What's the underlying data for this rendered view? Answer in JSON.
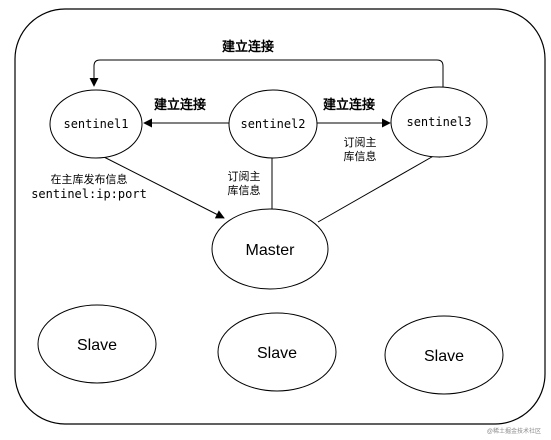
{
  "diagram": {
    "nodes": {
      "sentinel1": "sentinel1",
      "sentinel2": "sentinel2",
      "sentinel3": "sentinel3",
      "master": "Master",
      "slave_left": "Slave",
      "slave_middle": "Slave",
      "slave_right": "Slave"
    },
    "edge_labels": {
      "top_connect": "建立连接",
      "s2_to_s1": "建立连接",
      "s2_to_s3": "建立连接",
      "publish_line1": "在主库发布信息",
      "publish_line2": "sentinel:ip:port",
      "subscribe_s2_line1": "订阅主",
      "subscribe_s2_line2": "库信息",
      "subscribe_s3_line1": "订阅主",
      "subscribe_s3_line2": "库信息"
    },
    "watermark": "@稀土掘金技术社区"
  }
}
